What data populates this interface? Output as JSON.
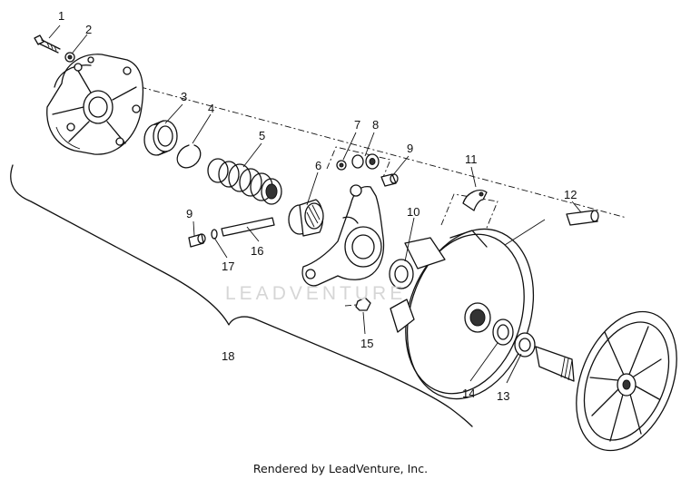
{
  "callouts": [
    "1",
    "2",
    "3",
    "4",
    "5",
    "6",
    "7",
    "8",
    "9",
    "10",
    "11",
    "12",
    "13",
    "14",
    "15",
    "16",
    "17",
    "18"
  ],
  "callout_9_second": "9",
  "watermark": "LEADVENTURE",
  "footer": "Rendered by LeadVenture, Inc."
}
